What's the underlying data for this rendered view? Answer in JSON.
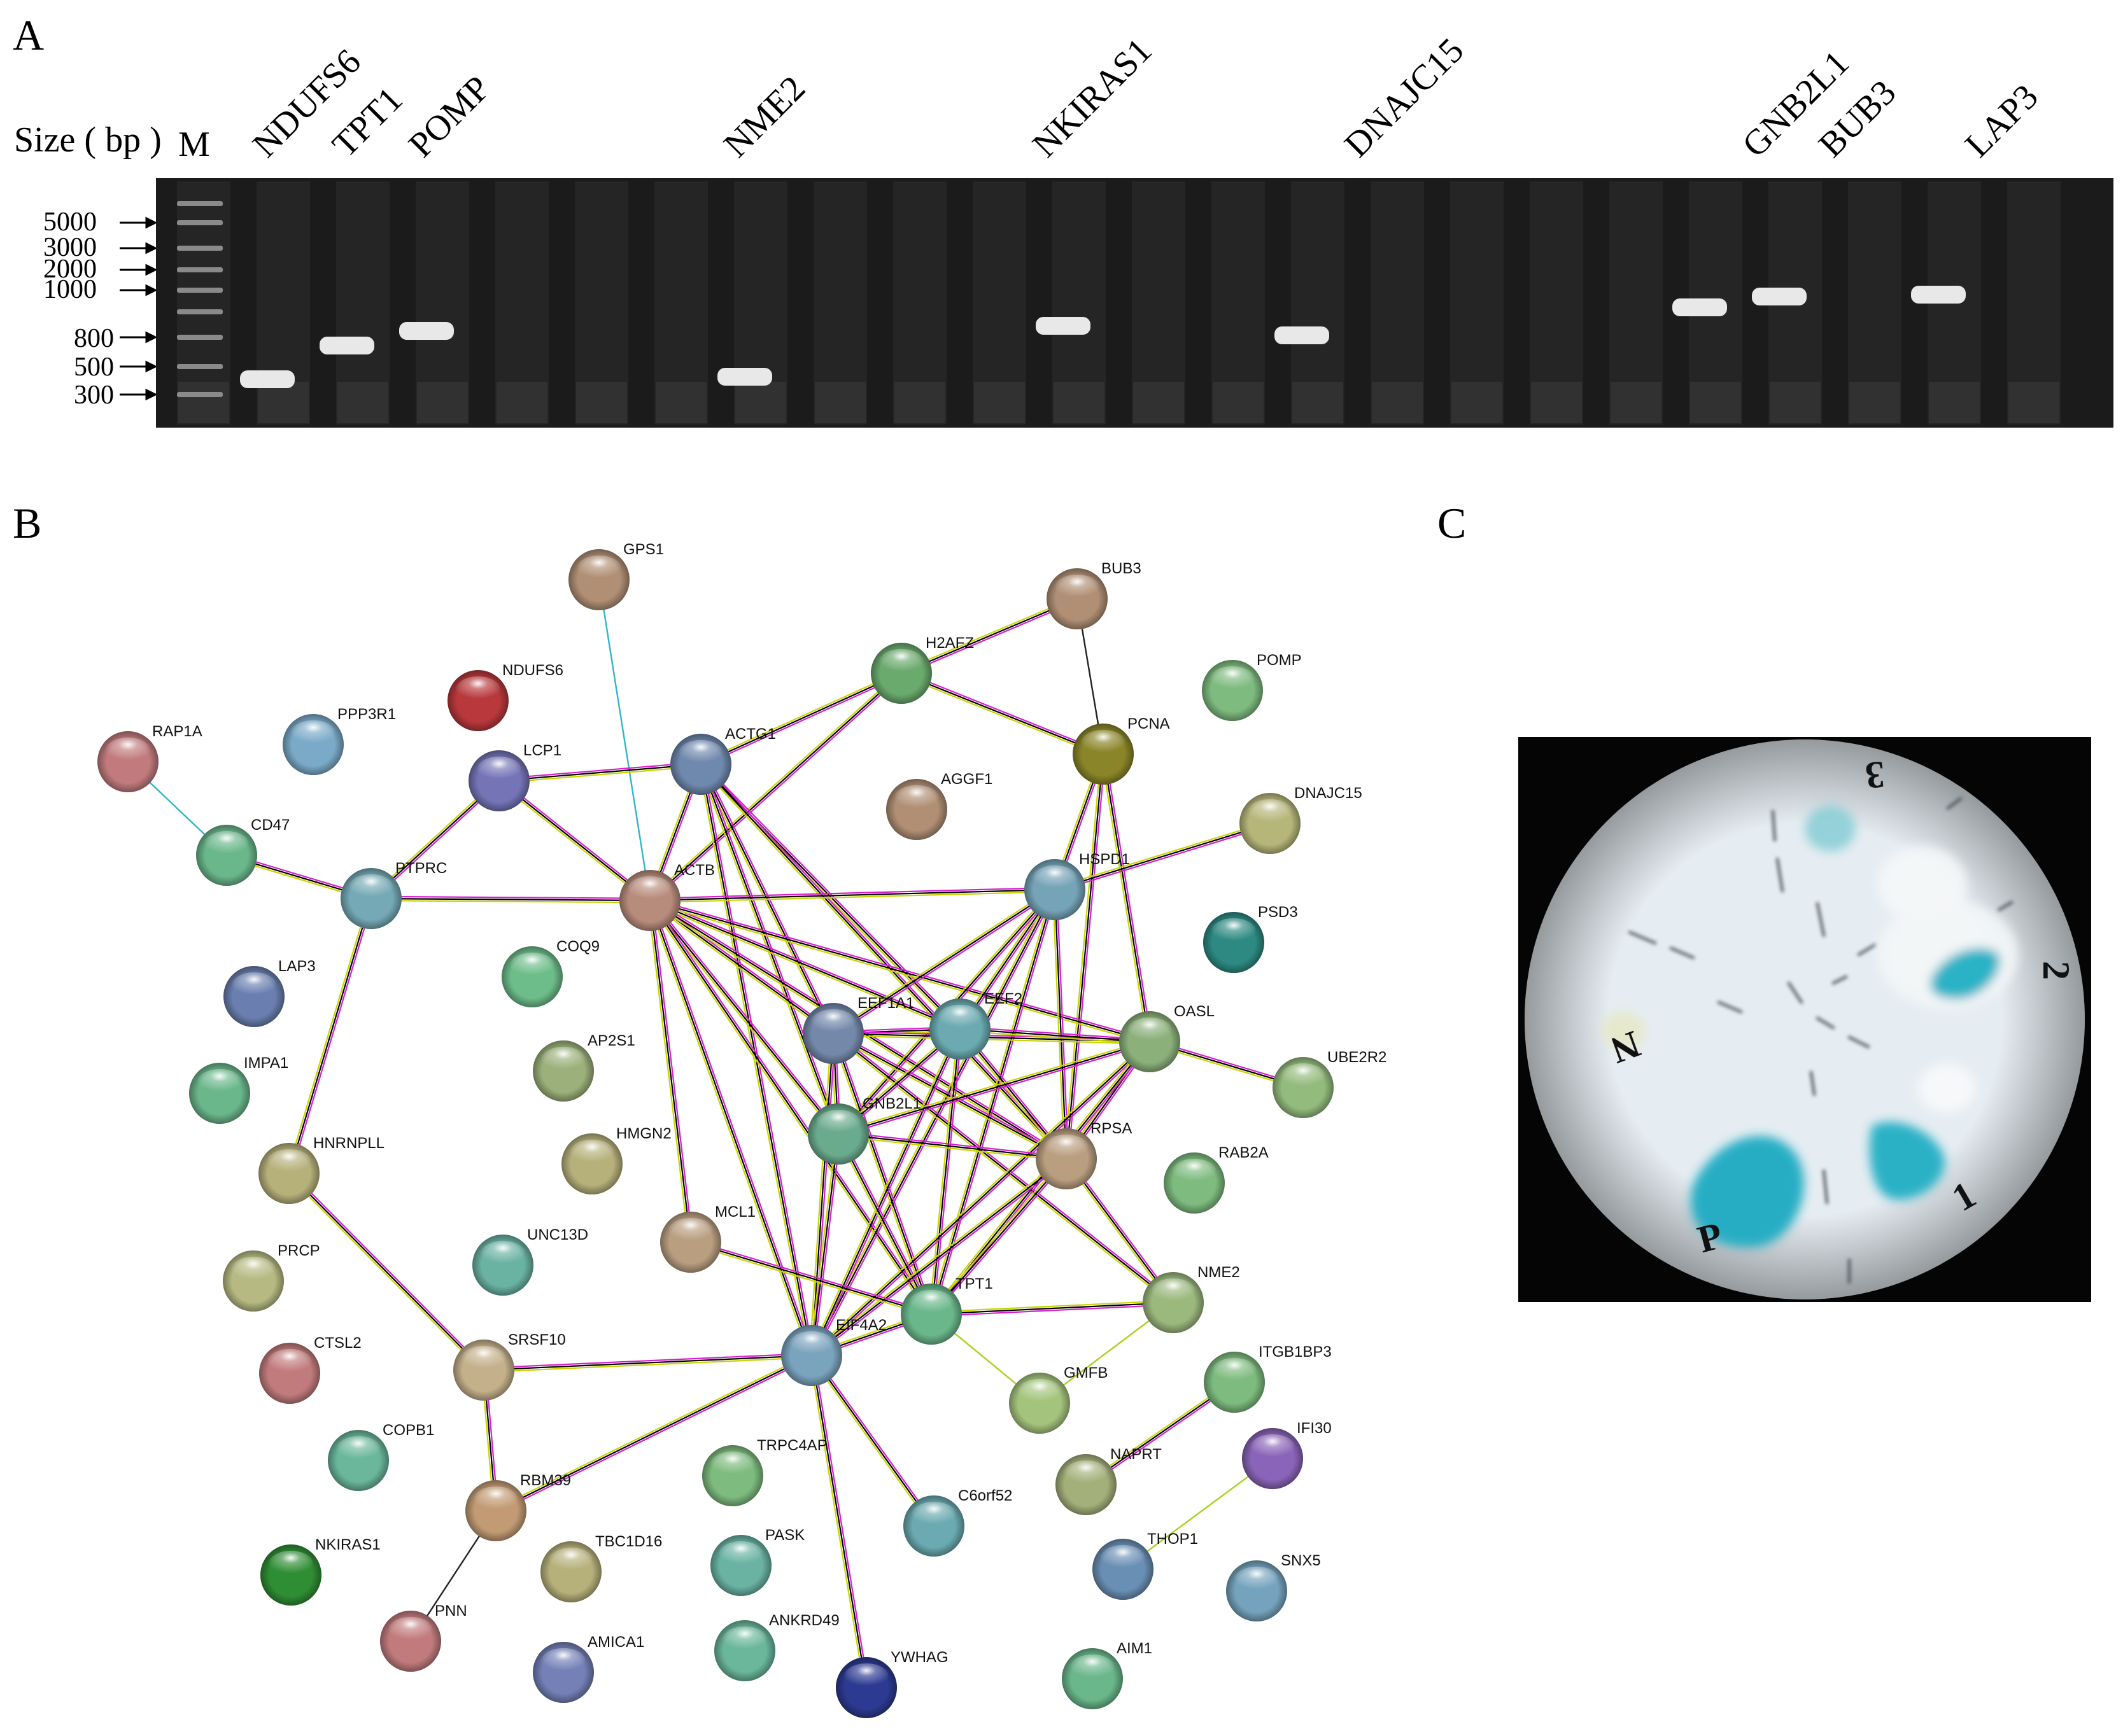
{
  "panels": {
    "a": {
      "letter": "A",
      "size_heading": "Size ( bp )",
      "marker_label": "M",
      "lane_labels": [
        "NDUFS6",
        "TPT1",
        "POMP",
        "NME2",
        "NKIRAS1",
        "DNAJC15",
        "GNB2L1",
        "BUB3",
        "LAP3"
      ],
      "size_markers": [
        "5000",
        "3000",
        "2000",
        "1000",
        "800",
        "500",
        "300"
      ]
    },
    "b": {
      "letter": "B",
      "nodes": [
        {
          "id": "GPS1",
          "label": "GPS1",
          "color": "#b08f74"
        },
        {
          "id": "BUB3",
          "label": "BUB3",
          "color": "#b08f74"
        },
        {
          "id": "NDUFS6",
          "label": "NDUFS6",
          "color": "#b8383c"
        },
        {
          "id": "H2AFZ",
          "label": "H2AFZ",
          "color": "#6aaa6d"
        },
        {
          "id": "POMP",
          "label": "POMP",
          "color": "#7dbb7e"
        },
        {
          "id": "RAP1A",
          "label": "RAP1A",
          "color": "#c27b7d"
        },
        {
          "id": "PPP3R1",
          "label": "PPP3R1",
          "color": "#7aaac8"
        },
        {
          "id": "LCP1",
          "label": "LCP1",
          "color": "#7474b6"
        },
        {
          "id": "ACTG1",
          "label": "ACTG1",
          "color": "#6f88ad"
        },
        {
          "id": "PCNA",
          "label": "PCNA",
          "color": "#8a8528"
        },
        {
          "id": "AGGF1",
          "label": "AGGF1",
          "color": "#b08f74"
        },
        {
          "id": "CD47",
          "label": "CD47",
          "color": "#6ab78b"
        },
        {
          "id": "DNAJC15",
          "label": "DNAJC15",
          "color": "#b6b67a"
        },
        {
          "id": "PTPRC",
          "label": "PTPRC",
          "color": "#74a9b5"
        },
        {
          "id": "ACTB",
          "label": "ACTB",
          "color": "#b88c7c"
        },
        {
          "id": "HSPD1",
          "label": "HSPD1",
          "color": "#75a3b7"
        },
        {
          "id": "PSD3",
          "label": "PSD3",
          "color": "#2d8a82"
        },
        {
          "id": "LAP3",
          "label": "LAP3",
          "color": "#6a7fb0"
        },
        {
          "id": "COQ9",
          "label": "COQ9",
          "color": "#6dbd8a"
        },
        {
          "id": "EEF1A1",
          "label": "EEF1A1",
          "color": "#7488aa"
        },
        {
          "id": "EEF2",
          "label": "EEF2",
          "color": "#6aaab0"
        },
        {
          "id": "OASL",
          "label": "OASL",
          "color": "#8bb07a"
        },
        {
          "id": "AP2S1",
          "label": "AP2S1",
          "color": "#9bb07a"
        },
        {
          "id": "UBE2R2",
          "label": "UBE2R2",
          "color": "#93bb7d"
        },
        {
          "id": "IMPA1",
          "label": "IMPA1",
          "color": "#6ab78b"
        },
        {
          "id": "GNB2L1",
          "label": "GNB2L1",
          "color": "#6aab8d"
        },
        {
          "id": "RPSA",
          "label": "RPSA",
          "color": "#b99e80"
        },
        {
          "id": "HNRNPLL",
          "label": "HNRNPLL",
          "color": "#b6b07a"
        },
        {
          "id": "HMGN2",
          "label": "HMGN2",
          "color": "#b6b07a"
        },
        {
          "id": "RAB2A",
          "label": "RAB2A",
          "color": "#7dbb7e"
        },
        {
          "id": "MCL1",
          "label": "MCL1",
          "color": "#b99e80"
        },
        {
          "id": "PRCP",
          "label": "PRCP",
          "color": "#b6ba82"
        },
        {
          "id": "UNC13D",
          "label": "UNC13D",
          "color": "#6ab3a3"
        },
        {
          "id": "NME2",
          "label": "NME2",
          "color": "#9bb87d"
        },
        {
          "id": "TPT1",
          "label": "TPT1",
          "color": "#6ab78b"
        },
        {
          "id": "CTSL2",
          "label": "CTSL2",
          "color": "#c27b7d"
        },
        {
          "id": "SRSF10",
          "label": "SRSF10",
          "color": "#c4b08a"
        },
        {
          "id": "EIF4A2",
          "label": "EIF4A2",
          "color": "#7aa3bd"
        },
        {
          "id": "GMFB",
          "label": "GMFB",
          "color": "#a4c47d"
        },
        {
          "id": "ITGB1BP3",
          "label": "ITGB1BP3",
          "color": "#7dbb7e"
        },
        {
          "id": "COPB1",
          "label": "COPB1",
          "color": "#6ab79b"
        },
        {
          "id": "RBM39",
          "label": "RBM39",
          "color": "#c29b74"
        },
        {
          "id": "TRPC4AP",
          "label": "TRPC4AP",
          "color": "#7dbb7e"
        },
        {
          "id": "NAPRT",
          "label": "NAPRT",
          "color": "#a4b07a"
        },
        {
          "id": "IFI30",
          "label": "IFI30",
          "color": "#8a64b8"
        },
        {
          "id": "C6orf52",
          "label": "C6orf52",
          "color": "#6aaab0"
        },
        {
          "id": "NKIRAS1",
          "label": "NKIRAS1",
          "color": "#2f8d34"
        },
        {
          "id": "TBC1D16",
          "label": "TBC1D16",
          "color": "#b6b07a"
        },
        {
          "id": "PASK",
          "label": "PASK",
          "color": "#6ab3a3"
        },
        {
          "id": "THOP1",
          "label": "THOP1",
          "color": "#6a8fb5"
        },
        {
          "id": "SNX5",
          "label": "SNX5",
          "color": "#75a3bd"
        },
        {
          "id": "PNN",
          "label": "PNN",
          "color": "#c27b7d"
        },
        {
          "id": "AMICA1",
          "label": "AMICA1",
          "color": "#7480b6"
        },
        {
          "id": "ANKRD49",
          "label": "ANKRD49",
          "color": "#6ab79b"
        },
        {
          "id": "YWHAG",
          "label": "YWHAG",
          "color": "#2c3a92"
        },
        {
          "id": "AIM1",
          "label": "AIM1",
          "color": "#6ab78b"
        }
      ],
      "edges": [
        [
          "GPS1",
          "ACTB",
          "teal"
        ],
        [
          "BUB3",
          "H2AFZ",
          "multi"
        ],
        [
          "BUB3",
          "PCNA",
          "black"
        ],
        [
          "H2AFZ",
          "ACTG1",
          "multi"
        ],
        [
          "H2AFZ",
          "PCNA",
          "multi"
        ],
        [
          "H2AFZ",
          "ACTB",
          "multi"
        ],
        [
          "RAP1A",
          "CD47",
          "teal"
        ],
        [
          "CD47",
          "PTPRC",
          "multi"
        ],
        [
          "LCP1",
          "ACTG1",
          "multi"
        ],
        [
          "LCP1",
          "PTPRC",
          "multi"
        ],
        [
          "LCP1",
          "ACTB",
          "multi"
        ],
        [
          "ACTG1",
          "ACTB",
          "multi"
        ],
        [
          "ACTG1",
          "EEF1A1",
          "multi"
        ],
        [
          "ACTG1",
          "EEF2",
          "multi"
        ],
        [
          "ACTG1",
          "GNB2L1",
          "multi"
        ],
        [
          "ACTG1",
          "RPSA",
          "multi"
        ],
        [
          "ACTG1",
          "EIF4A2",
          "multi"
        ],
        [
          "PCNA",
          "HSPD1",
          "multi"
        ],
        [
          "PCNA",
          "OASL",
          "multi"
        ],
        [
          "PCNA",
          "RPSA",
          "multi"
        ],
        [
          "DNAJC15",
          "HSPD1",
          "multi"
        ],
        [
          "PTPRC",
          "ACTB",
          "multi"
        ],
        [
          "PTPRC",
          "HNRNPLL",
          "multi"
        ],
        [
          "ACTB",
          "HSPD1",
          "multi"
        ],
        [
          "ACTB",
          "EEF1A1",
          "multi"
        ],
        [
          "ACTB",
          "EEF2",
          "multi"
        ],
        [
          "ACTB",
          "GNB2L1",
          "multi"
        ],
        [
          "ACTB",
          "RPSA",
          "multi"
        ],
        [
          "ACTB",
          "TPT1",
          "multi"
        ],
        [
          "ACTB",
          "EIF4A2",
          "multi"
        ],
        [
          "ACTB",
          "MCL1",
          "multi"
        ],
        [
          "ACTB",
          "OASL",
          "multi"
        ],
        [
          "HSPD1",
          "EEF1A1",
          "multi"
        ],
        [
          "HSPD1",
          "EEF2",
          "multi"
        ],
        [
          "HSPD1",
          "GNB2L1",
          "multi"
        ],
        [
          "HSPD1",
          "RPSA",
          "multi"
        ],
        [
          "HSPD1",
          "EIF4A2",
          "multi"
        ],
        [
          "HSPD1",
          "TPT1",
          "multi"
        ],
        [
          "EEF1A1",
          "EEF2",
          "multi"
        ],
        [
          "EEF1A1",
          "GNB2L1",
          "multi"
        ],
        [
          "EEF1A1",
          "RPSA",
          "multi"
        ],
        [
          "EEF1A1",
          "EIF4A2",
          "multi"
        ],
        [
          "EEF1A1",
          "TPT1",
          "multi"
        ],
        [
          "EEF1A1",
          "OASL",
          "multi"
        ],
        [
          "EEF1A1",
          "NME2",
          "multi"
        ],
        [
          "EEF2",
          "GNB2L1",
          "multi"
        ],
        [
          "EEF2",
          "RPSA",
          "multi"
        ],
        [
          "EEF2",
          "EIF4A2",
          "multi"
        ],
        [
          "EEF2",
          "TPT1",
          "multi"
        ],
        [
          "EEF2",
          "OASL",
          "multi"
        ],
        [
          "OASL",
          "UBE2R2",
          "multi"
        ],
        [
          "OASL",
          "GNB2L1",
          "multi"
        ],
        [
          "OASL",
          "RPSA",
          "multi"
        ],
        [
          "OASL",
          "EIF4A2",
          "multi"
        ],
        [
          "OASL",
          "TPT1",
          "multi"
        ],
        [
          "GNB2L1",
          "RPSA",
          "multi"
        ],
        [
          "GNB2L1",
          "EIF4A2",
          "multi"
        ],
        [
          "GNB2L1",
          "TPT1",
          "multi"
        ],
        [
          "RPSA",
          "EIF4A2",
          "multi"
        ],
        [
          "RPSA",
          "TPT1",
          "multi"
        ],
        [
          "RPSA",
          "NME2",
          "multi"
        ],
        [
          "HNRNPLL",
          "SRSF10",
          "multi"
        ],
        [
          "MCL1",
          "TPT1",
          "multi"
        ],
        [
          "NME2",
          "TPT1",
          "multi"
        ],
        [
          "NME2",
          "GMFB",
          "lime"
        ],
        [
          "TPT1",
          "EIF4A2",
          "multi"
        ],
        [
          "TPT1",
          "GMFB",
          "lime"
        ],
        [
          "SRSF10",
          "EIF4A2",
          "multi"
        ],
        [
          "SRSF10",
          "RBM39",
          "multi"
        ],
        [
          "EIF4A2",
          "RBM39",
          "multi"
        ],
        [
          "EIF4A2",
          "C6orf52",
          "multi"
        ],
        [
          "EIF4A2",
          "YWHAG",
          "multi"
        ],
        [
          "ITGB1BP3",
          "NAPRT",
          "multi"
        ],
        [
          "IFI30",
          "THOP1",
          "lime"
        ],
        [
          "RBM39",
          "PNN",
          "black"
        ]
      ]
    },
    "c": {
      "letter": "C",
      "spot_labels": {
        "n": "N",
        "p": "P",
        "one": "1",
        "two": "2",
        "three": "3"
      }
    }
  }
}
